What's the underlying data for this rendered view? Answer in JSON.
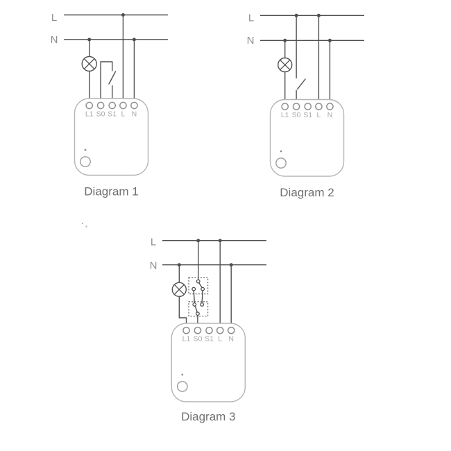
{
  "colors": {
    "background": "#ffffff",
    "wire": "#4f4f4f",
    "module_outline": "#b5b5b5",
    "terminal_outline": "#8f8f8f",
    "terminal_label": "#a8a8a8",
    "power_label": "#8d8d8d",
    "caption": "#6f6f6f",
    "dotted_box": "#606060",
    "button_outline": "#9c9c9c"
  },
  "labels": {
    "live": "L",
    "neutral": "N"
  },
  "terminal_labels": [
    "L1",
    "S0",
    "S1",
    "L",
    "N"
  ],
  "diagrams": [
    {
      "caption": "Diagram 1"
    },
    {
      "caption": "Diagram 2"
    },
    {
      "caption": "Diagram 3"
    }
  ],
  "icons": {
    "lamp": "circle-with-diagonal-cross",
    "switch": "open-blade-break",
    "two_way_switch": "spdt-contacts-in-dotted-box",
    "junction": "filled-dot",
    "button": "circle",
    "indicator": "small-dot"
  }
}
